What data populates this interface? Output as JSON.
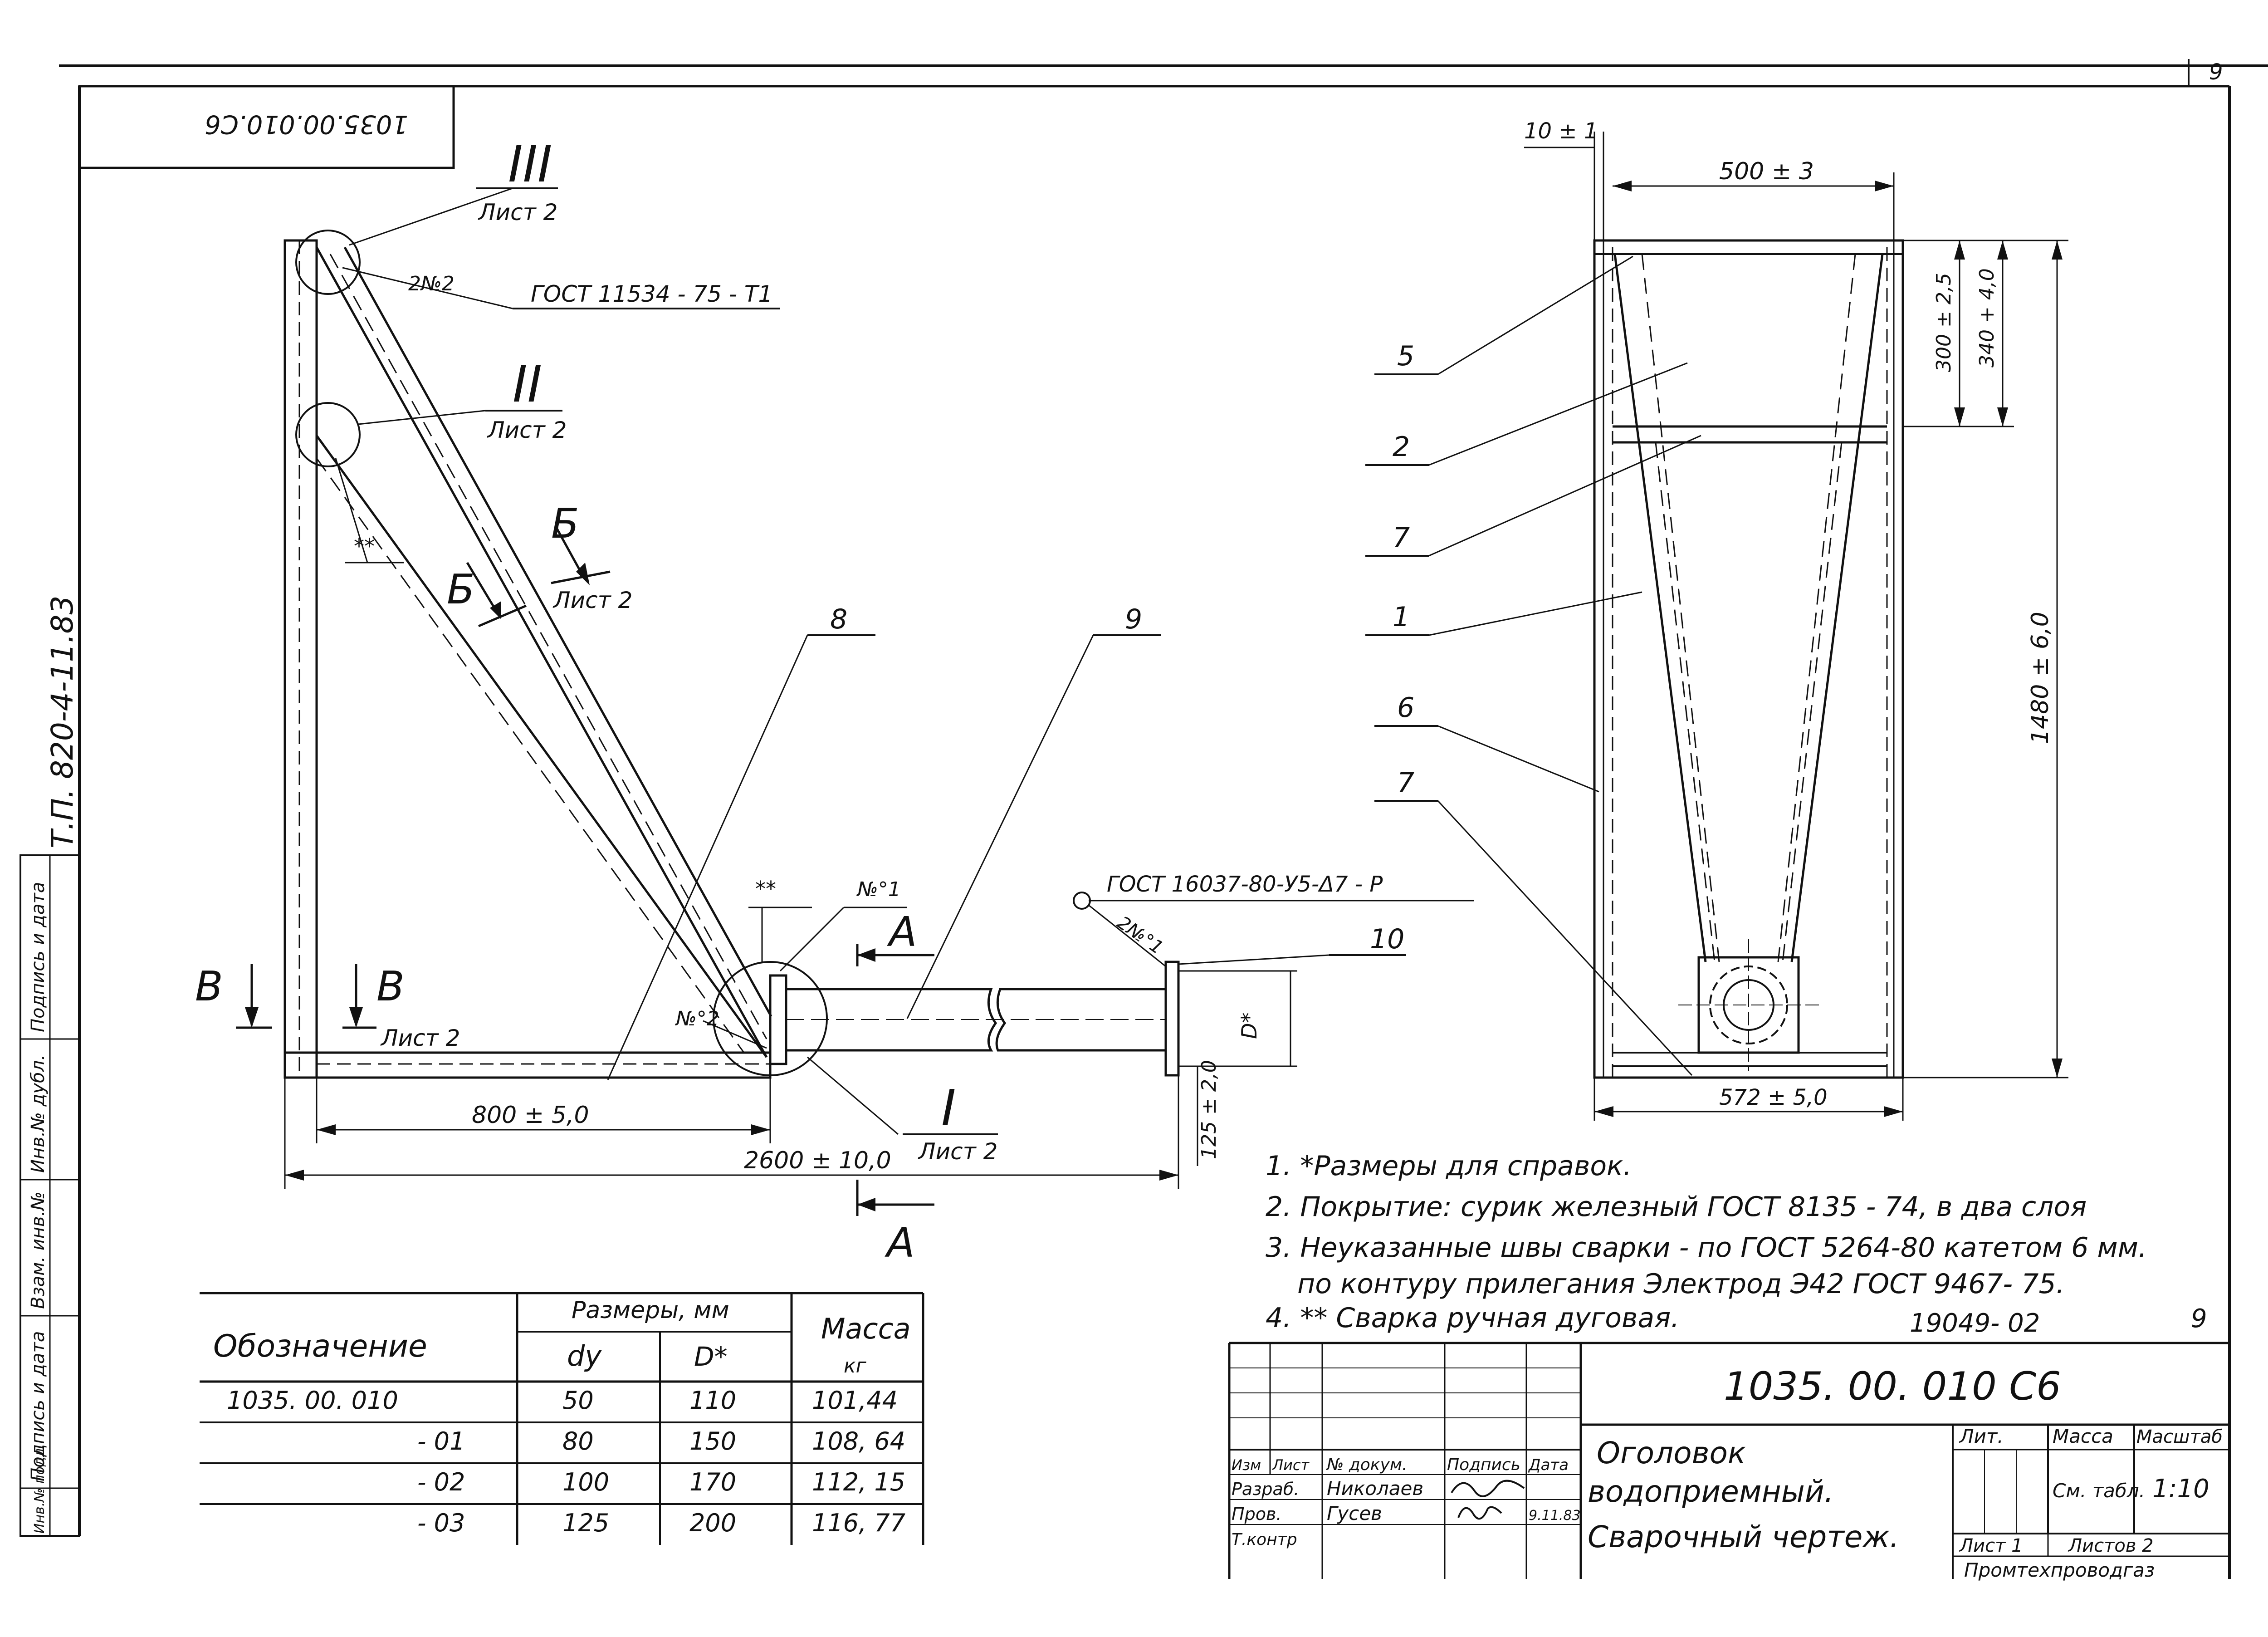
{
  "page_number": "9",
  "rotated_code": "1035.00.010.С6",
  "side_code": "Т.П. 820-4-11.83",
  "side_stamp": [
    "Подпись и дата",
    "Инв.№ дубл.",
    "Взам. инв.№",
    "Подпись и дата",
    "Инв.№ подл."
  ],
  "callouts": {
    "III": "III",
    "II": "II",
    "I": "I",
    "sheet2": "Лист 2",
    "B": "Б",
    "V": "В",
    "A": "А",
    "weld_n2": "2№2",
    "weld_n1": "№°1",
    "weld_n2b": "№°2",
    "weld_n1b": "2№°1",
    "stars": "**",
    "dstar": "D*"
  },
  "gost_top": "ГОСТ 11534 - 75 - Т1",
  "gost_flange": "ГОСТ 16037-80-У5-Δ7 - Р",
  "pos": {
    "p8": "8",
    "p9": "9",
    "p10": "10",
    "p5": "5",
    "p2": "2",
    "p7a": "7",
    "p1": "1",
    "p6": "6",
    "p7b": "7"
  },
  "dims": {
    "d800": "800 ± 5,0",
    "d2600": "2600 ± 10,0",
    "d125": "125 ± 2,0",
    "d10": "10 ± 1",
    "d500": "500 ± 3",
    "d300": "300 ± 2,5",
    "d340": "340 + 4,0",
    "d1480": "1480 ± 6,0",
    "d572": "572 ± 5,0"
  },
  "notes": [
    "1. *Размеры для справок.",
    "2. Покрытие: сурик железный ГОСТ 8135 - 74, в два слоя",
    "3. Неуказанные швы сварки - по ГОСТ 5264-80 катетом 6 мм.",
    "по контуру прилегания Электрод Э42 ГОСТ 9467- 75.",
    "4. ** Сварка ручная дуговая."
  ],
  "note_ref": "19049- 02",
  "note_ref_page": "9",
  "table": {
    "col_designation": "Обозначение",
    "col_sizes": "Размеры, мм",
    "col_dy": "dy",
    "col_d": "D*",
    "col_mass": "Масса",
    "col_mass_unit": "кг",
    "rows": [
      {
        "designation": "1035. 00. 010",
        "dy": "50",
        "d": "110",
        "mass": "101,44"
      },
      {
        "designation": "- 01",
        "dy": "80",
        "d": "150",
        "mass": "108, 64"
      },
      {
        "designation": "- 02",
        "dy": "100",
        "d": "170",
        "mass": "112, 15"
      },
      {
        "designation": "- 03",
        "dy": "125",
        "d": "200",
        "mass": "116, 77"
      }
    ]
  },
  "title_block": {
    "doc_code": "1035. 00. 010 С6",
    "name_line1": "Оголовок",
    "name_line2": "водоприемный.",
    "name_line3": "Сварочный чертеж.",
    "hdr": [
      "Изм",
      "Лист",
      "№ докум.",
      "Подпись",
      "Дата"
    ],
    "roles": [
      "Разраб.",
      "Пров.",
      "Т.контр"
    ],
    "persons": [
      "Николаев",
      "Гусев"
    ],
    "date": "9.11.83",
    "lit": "Лит.",
    "mass": "Масса",
    "scale": "Масштаб",
    "mass_value": "См. табл.",
    "scale_value": "1:10",
    "sheet": "Лист 1",
    "sheets": "Листов 2",
    "org": "Промтехпроводгаз"
  }
}
